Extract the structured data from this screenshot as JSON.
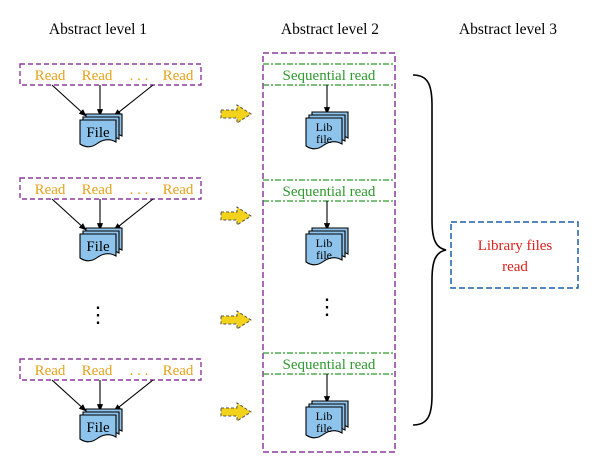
{
  "headers": {
    "level1": "Abstract level 1",
    "level2": "Abstract level 2",
    "level3": "Abstract level 3"
  },
  "level1_groups": [
    {
      "read_labels": [
        "Read",
        "Read",
        ". . .",
        "Read"
      ],
      "file_label": "File"
    },
    {
      "read_labels": [
        "Read",
        "Read",
        ". . .",
        "Read"
      ],
      "file_label": "File"
    },
    {
      "read_labels": [
        "Read",
        "Read",
        ". . .",
        "Read"
      ],
      "file_label": "File"
    }
  ],
  "level2_groups": [
    {
      "seq_label": "Sequential read",
      "lib_line1": "Lib",
      "lib_line2": "file"
    },
    {
      "seq_label": "Sequential read",
      "lib_line1": "Lib",
      "lib_line2": "file"
    },
    {
      "seq_label": "Sequential read",
      "lib_line1": "Lib",
      "lib_line2": "file"
    }
  ],
  "ellipsis": "⋮",
  "result": {
    "line1": "Library files",
    "line2": "read"
  },
  "colors": {
    "read_text": "#e8a21c",
    "seq_text": "#2e9a2e",
    "result_text": "#e0201b",
    "purple_dash": "#8e3a9e",
    "green_dash": "#2e9a2e",
    "blue_dash": "#1f5fa8",
    "file_fill": "#8ec4ec",
    "arrow_fill": "#f2d21a",
    "arrow_stroke": "#555555"
  },
  "icons": {
    "file": "document-stack-icon",
    "transfer": "right-arrow-icon"
  }
}
